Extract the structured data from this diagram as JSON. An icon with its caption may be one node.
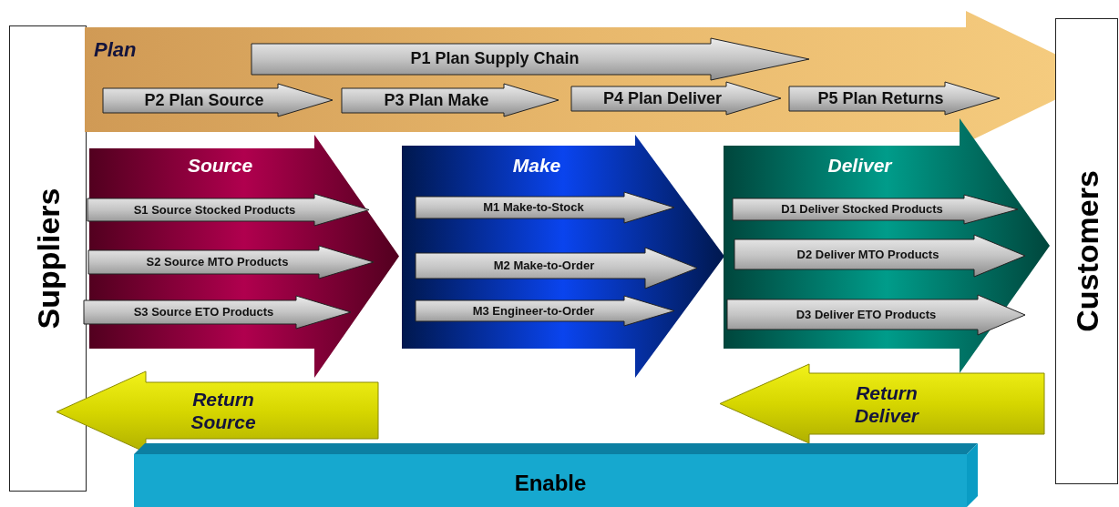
{
  "diagram": {
    "nodes": [
      {
        "text": [
          "Suppliers"
        ]
      },
      {
        "text": [
          "Plan"
        ]
      },
      {
        "text": [
          "P1 Plan Supply Chain"
        ],
        "in": 1
      },
      {
        "text": [
          "P2 Plan Source"
        ],
        "in": 1
      },
      {
        "text": [
          "P3 Plan Make"
        ],
        "in": 1
      },
      {
        "text": [
          "P4 Plan Deliver"
        ],
        "in": 1
      },
      {
        "text": [
          "P5 Plan Returns"
        ],
        "in": 1
      },
      {
        "text": [
          "Source"
        ]
      },
      {
        "text": [
          "S1 Source Stocked Products"
        ],
        "in": 7
      },
      {
        "text": [
          "S2 Source MTO Products"
        ],
        "in": 7
      },
      {
        "text": [
          "S3 Source ETO Products"
        ],
        "in": 7
      },
      {
        "text": [
          "Make"
        ]
      },
      {
        "text": [
          "M1 Make-to-Stock"
        ],
        "in": 11
      },
      {
        "text": [
          "M2 Make-to-Order"
        ],
        "in": 11
      },
      {
        "text": [
          "M3 Engineer-to-Order"
        ],
        "in": 11
      },
      {
        "text": [
          "Deliver"
        ]
      },
      {
        "text": [
          "D1 Deliver Stocked Products"
        ],
        "in": 15
      },
      {
        "text": [
          "D2 Deliver MTO Products"
        ],
        "in": 15
      },
      {
        "text": [
          "D3 Deliver ETO Products"
        ],
        "in": 15
      },
      {
        "text": [
          "Return Source"
        ]
      },
      {
        "text": [
          "Return Deliver"
        ]
      },
      {
        "text": [
          "Enable"
        ]
      },
      {
        "text": [
          "Customers"
        ]
      }
    ]
  }
}
